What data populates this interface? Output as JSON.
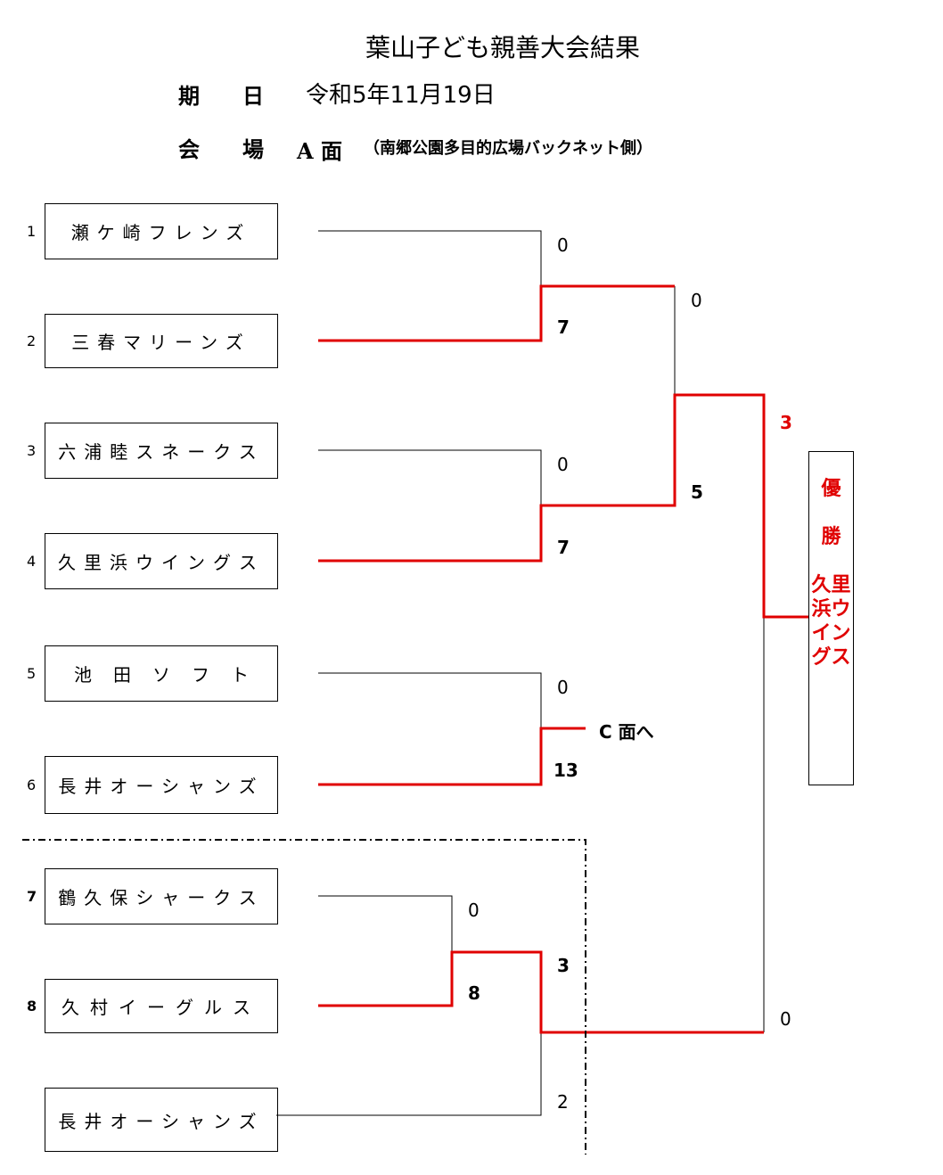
{
  "title": "葉山子ども親善大会結果",
  "date_label": "期　　日",
  "date_value": "令和5年11月19日",
  "venue_label": "会　　場",
  "venue_court": "A 面",
  "venue_detail": "（南郷公園多目的広場バックネット側）",
  "teams": [
    {
      "seed": "1",
      "name": "瀬ケ崎フレンズ"
    },
    {
      "seed": "2",
      "name": "三春マリーンズ"
    },
    {
      "seed": "3",
      "name": "六浦睦スネークス"
    },
    {
      "seed": "4",
      "name": "久里浜ウイングス"
    },
    {
      "seed": "5",
      "name": "池田ソフト"
    },
    {
      "seed": "6",
      "name": "長井オーシャンズ"
    },
    {
      "seed": "7",
      "name": "鶴久保シャークス"
    },
    {
      "seed": "8",
      "name": "久村イーグルス"
    },
    {
      "seed": "",
      "name": "長井オーシャンズ"
    }
  ],
  "scores": {
    "m1_top": "0",
    "m1_bottom": "7",
    "m2_top": "0",
    "m2_bottom": "7",
    "m3_top": "0",
    "m3_bottom": "13",
    "m4_top": "0",
    "m4_bottom": "8",
    "semi1_top": "0",
    "semi1_bottom": "5",
    "semi2_top": "3",
    "semi2_bottom": "2",
    "final_top": "3",
    "final_bottom": "0"
  },
  "c_court_note": "C 面へ",
  "champion": {
    "label1": "優",
    "label2": "勝",
    "team": "久里浜ウイングス"
  },
  "colors": {
    "winner_line": "#e00000",
    "line": "#000000"
  }
}
